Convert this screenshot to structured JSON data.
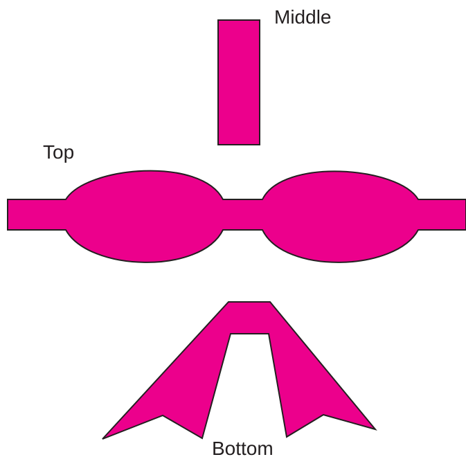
{
  "colors": {
    "fill": "#EC008C",
    "outline": "#231F20",
    "background": "#FFFFFF"
  },
  "labels": {
    "middle": "Middle",
    "top": "Top",
    "bottom": "Bottom"
  }
}
